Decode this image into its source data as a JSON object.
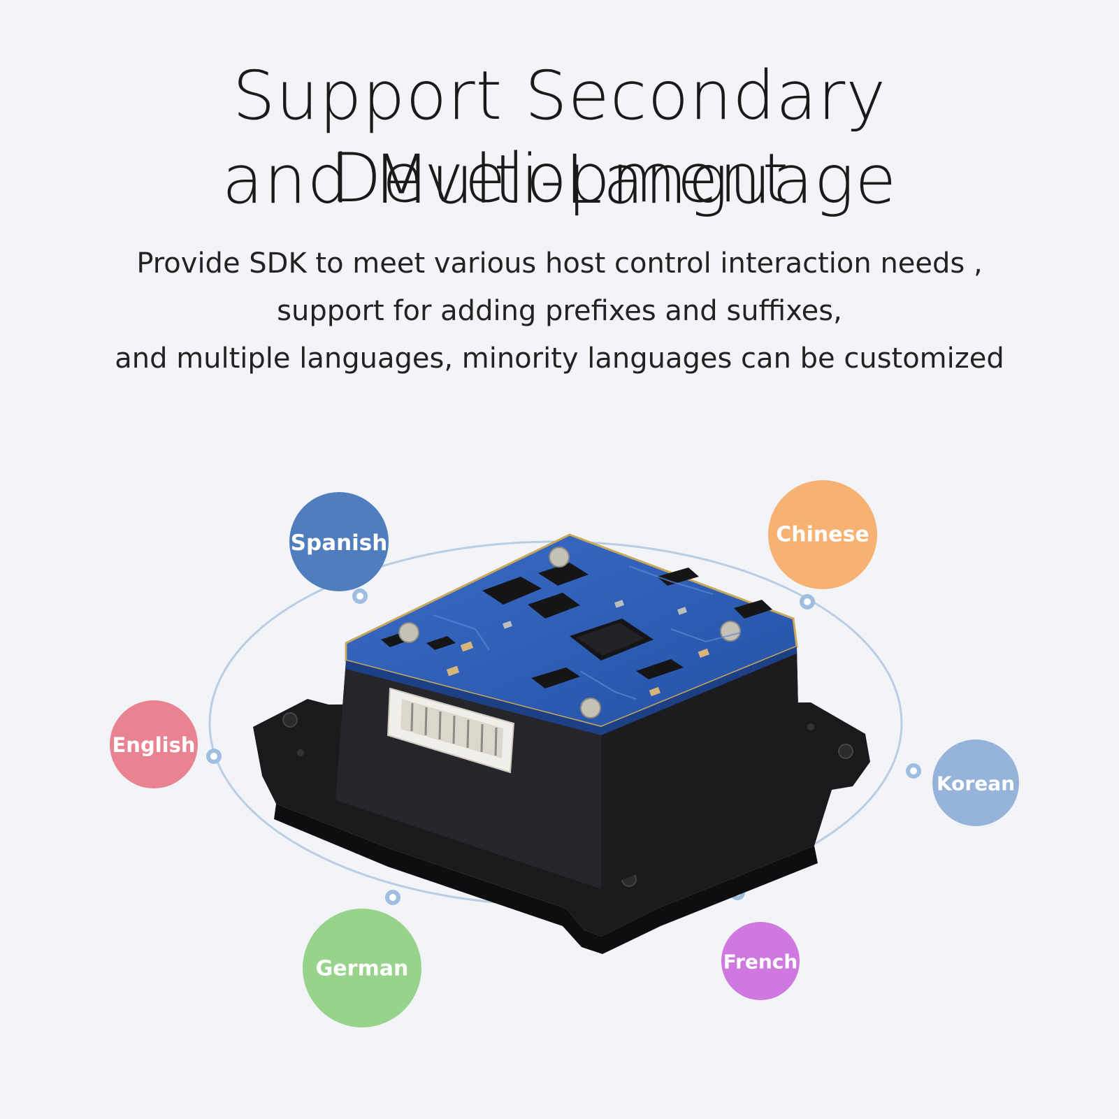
{
  "headline": {
    "line1": "Support Secondary Development",
    "line2": "and Multi-Language"
  },
  "description": {
    "line1": "Provide SDK to meet various host control interaction needs ,",
    "line2": "support for adding prefixes and suffixes,",
    "line3": "and multiple languages, minority languages can be customized"
  },
  "languages": [
    {
      "label": "Spanish",
      "color": "#4f7dbd"
    },
    {
      "label": "Chinese",
      "color": "#f6b173"
    },
    {
      "label": "English",
      "color": "#ea8391"
    },
    {
      "label": "Korean",
      "color": "#96b3d9"
    },
    {
      "label": "German",
      "color": "#97d38a"
    },
    {
      "label": "French",
      "color": "#cf78df"
    }
  ],
  "colors": {
    "background": "#f3f4f8",
    "orbit": "#b9cde3",
    "pcb": "#2c5ab0",
    "housing": "#1d1d1f"
  }
}
